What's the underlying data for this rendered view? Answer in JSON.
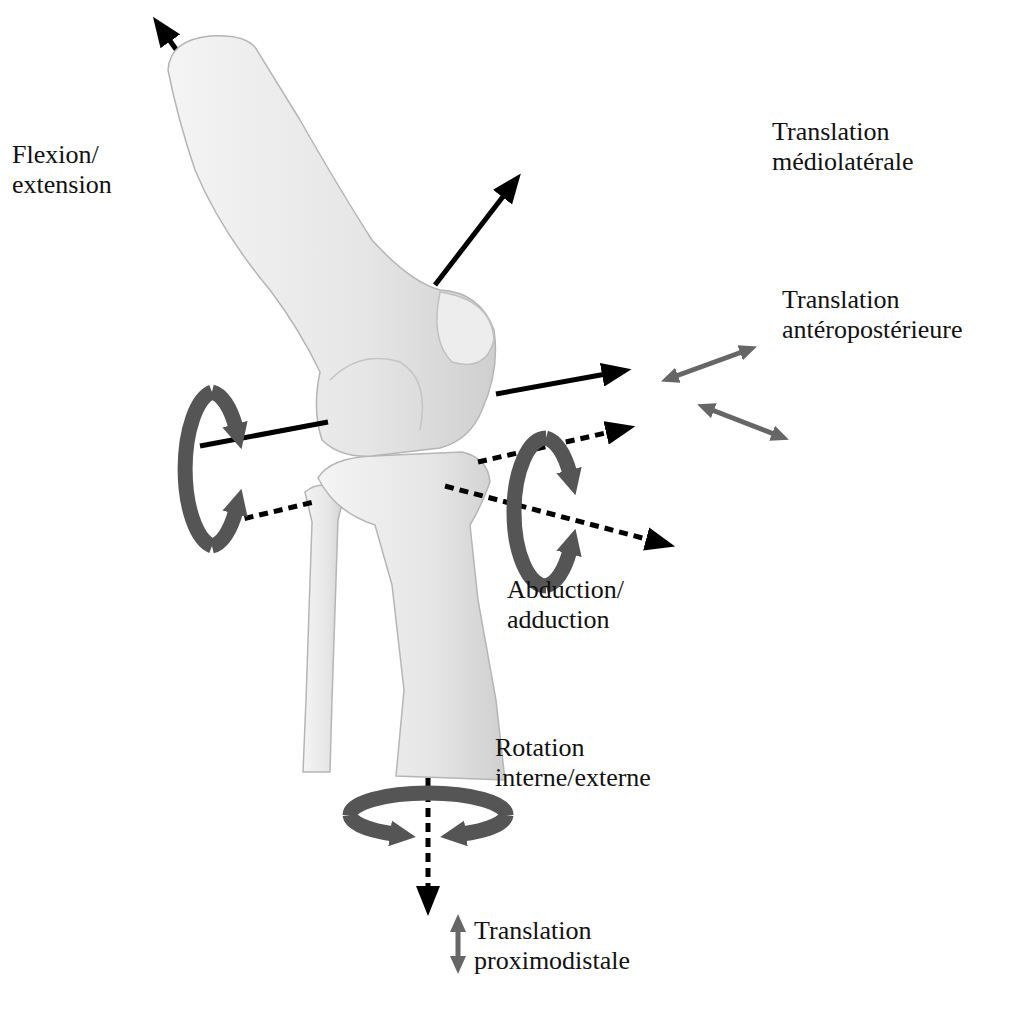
{
  "diagram": {
    "labels": [
      "Translation médiolatérale",
      "Flexion/ extension",
      "Translation antéropostérieure",
      "Abduction/ adduction",
      "Rotation interne/externe",
      "Translation proximodistale"
    ]
  }
}
